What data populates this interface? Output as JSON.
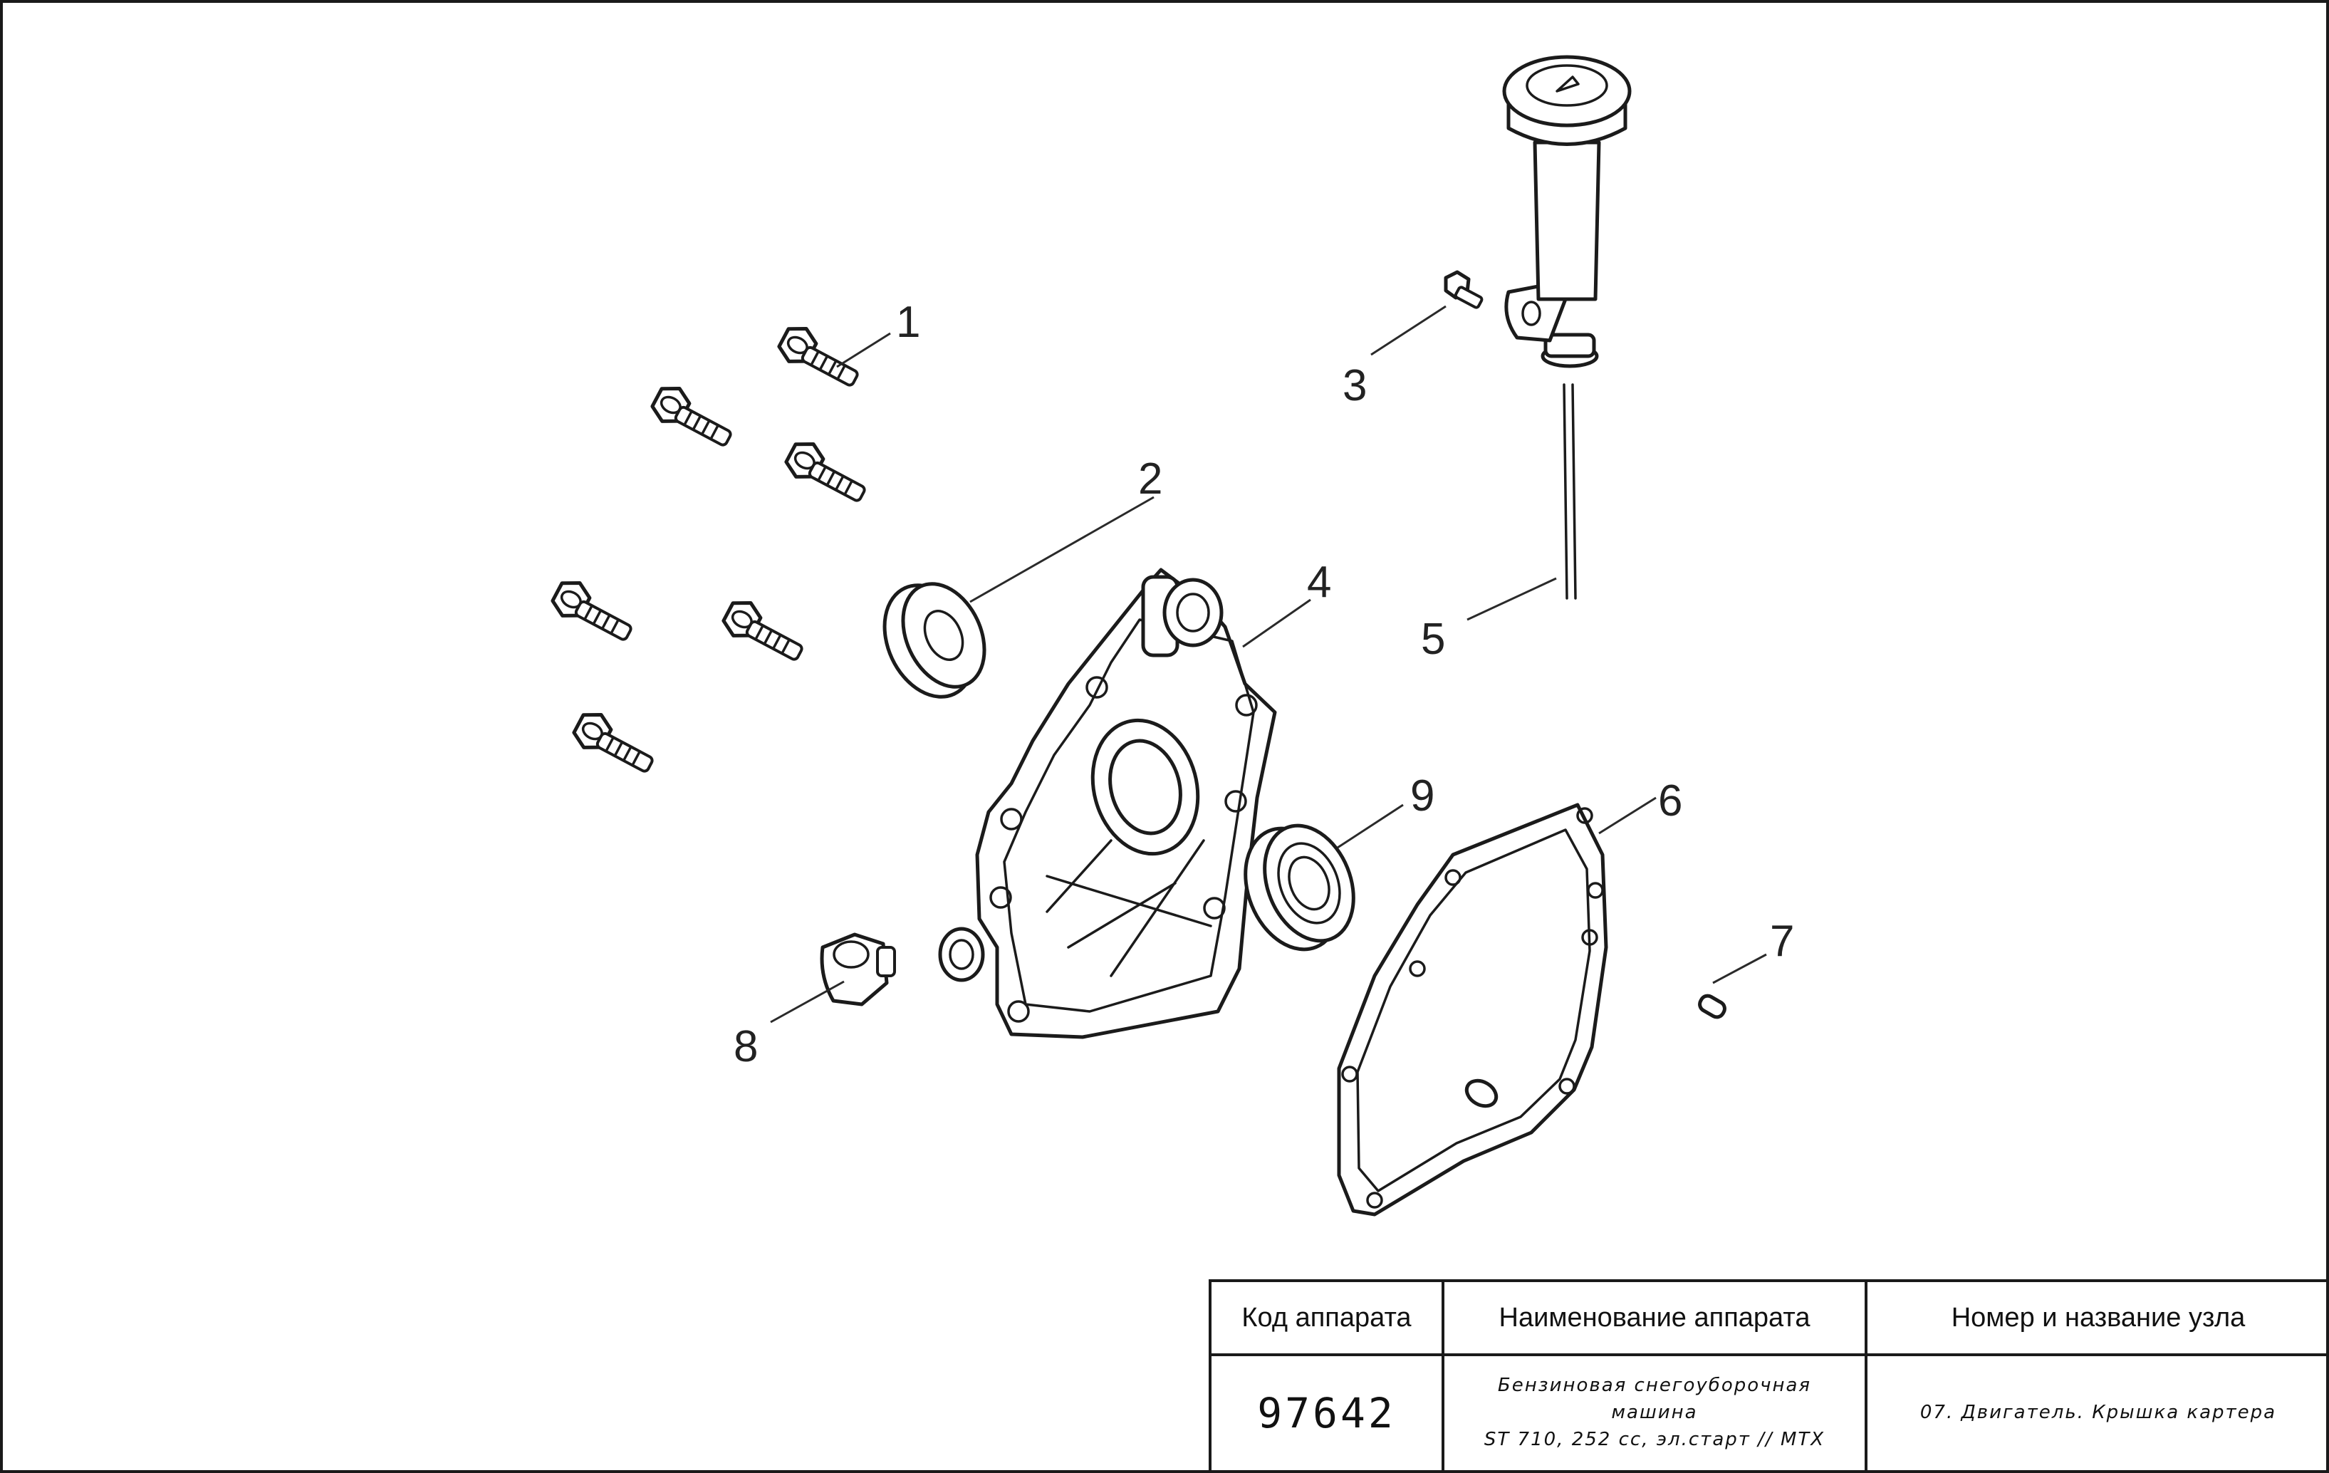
{
  "callouts": [
    {
      "id": "1",
      "label": "1"
    },
    {
      "id": "2",
      "label": "2"
    },
    {
      "id": "3",
      "label": "3"
    },
    {
      "id": "4",
      "label": "4"
    },
    {
      "id": "5",
      "label": "5"
    },
    {
      "id": "6",
      "label": "6"
    },
    {
      "id": "7",
      "label": "7"
    },
    {
      "id": "8",
      "label": "8"
    },
    {
      "id": "9",
      "label": "9"
    }
  ],
  "title_block": {
    "headers": {
      "code": "Код аппарата",
      "name": "Наименование аппарата",
      "unit": "Номер и название узла"
    },
    "values": {
      "code": "97642",
      "name_line1": "Бензиновая снегоуборочная машина",
      "name_line2": "ST 710, 252 cc, эл.старт // MTX",
      "unit": "07. Двигатель. Крышка картера"
    }
  }
}
